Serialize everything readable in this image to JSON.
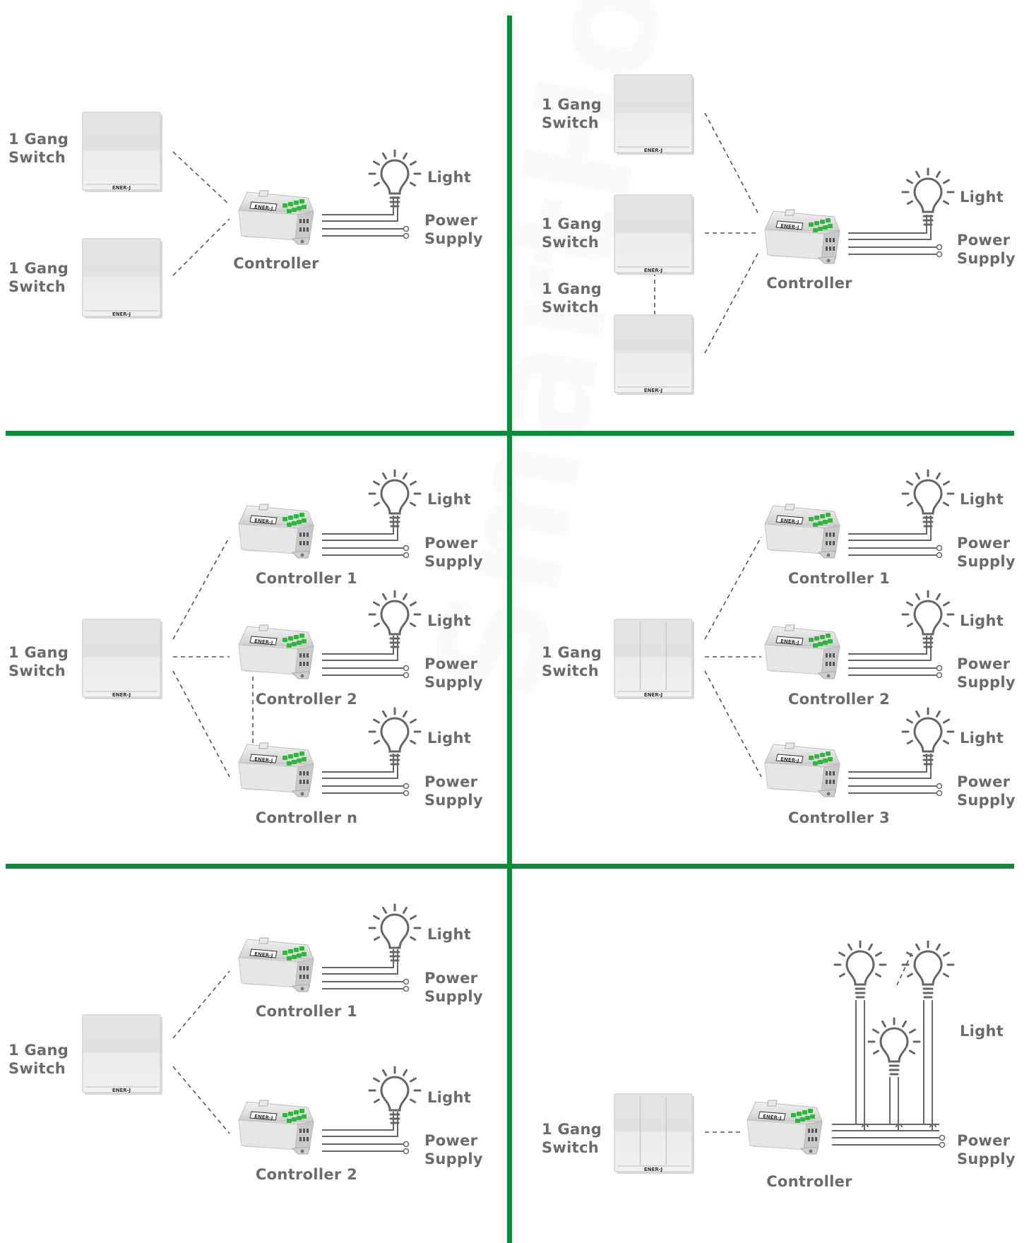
{
  "labels": {
    "switch": "1 Gang\nSwitch",
    "light": "Light",
    "power": "Power\nSupply",
    "controller": "Controller",
    "controller_1": "Controller 1",
    "controller_2": "Controller 2",
    "controller_3": "Controller 3",
    "controller_n": "Controller n",
    "brand": "ENER-J"
  },
  "colors": {
    "divider": "#0e8a3c",
    "label": "#6b6b6b",
    "led": "#2db83d"
  }
}
